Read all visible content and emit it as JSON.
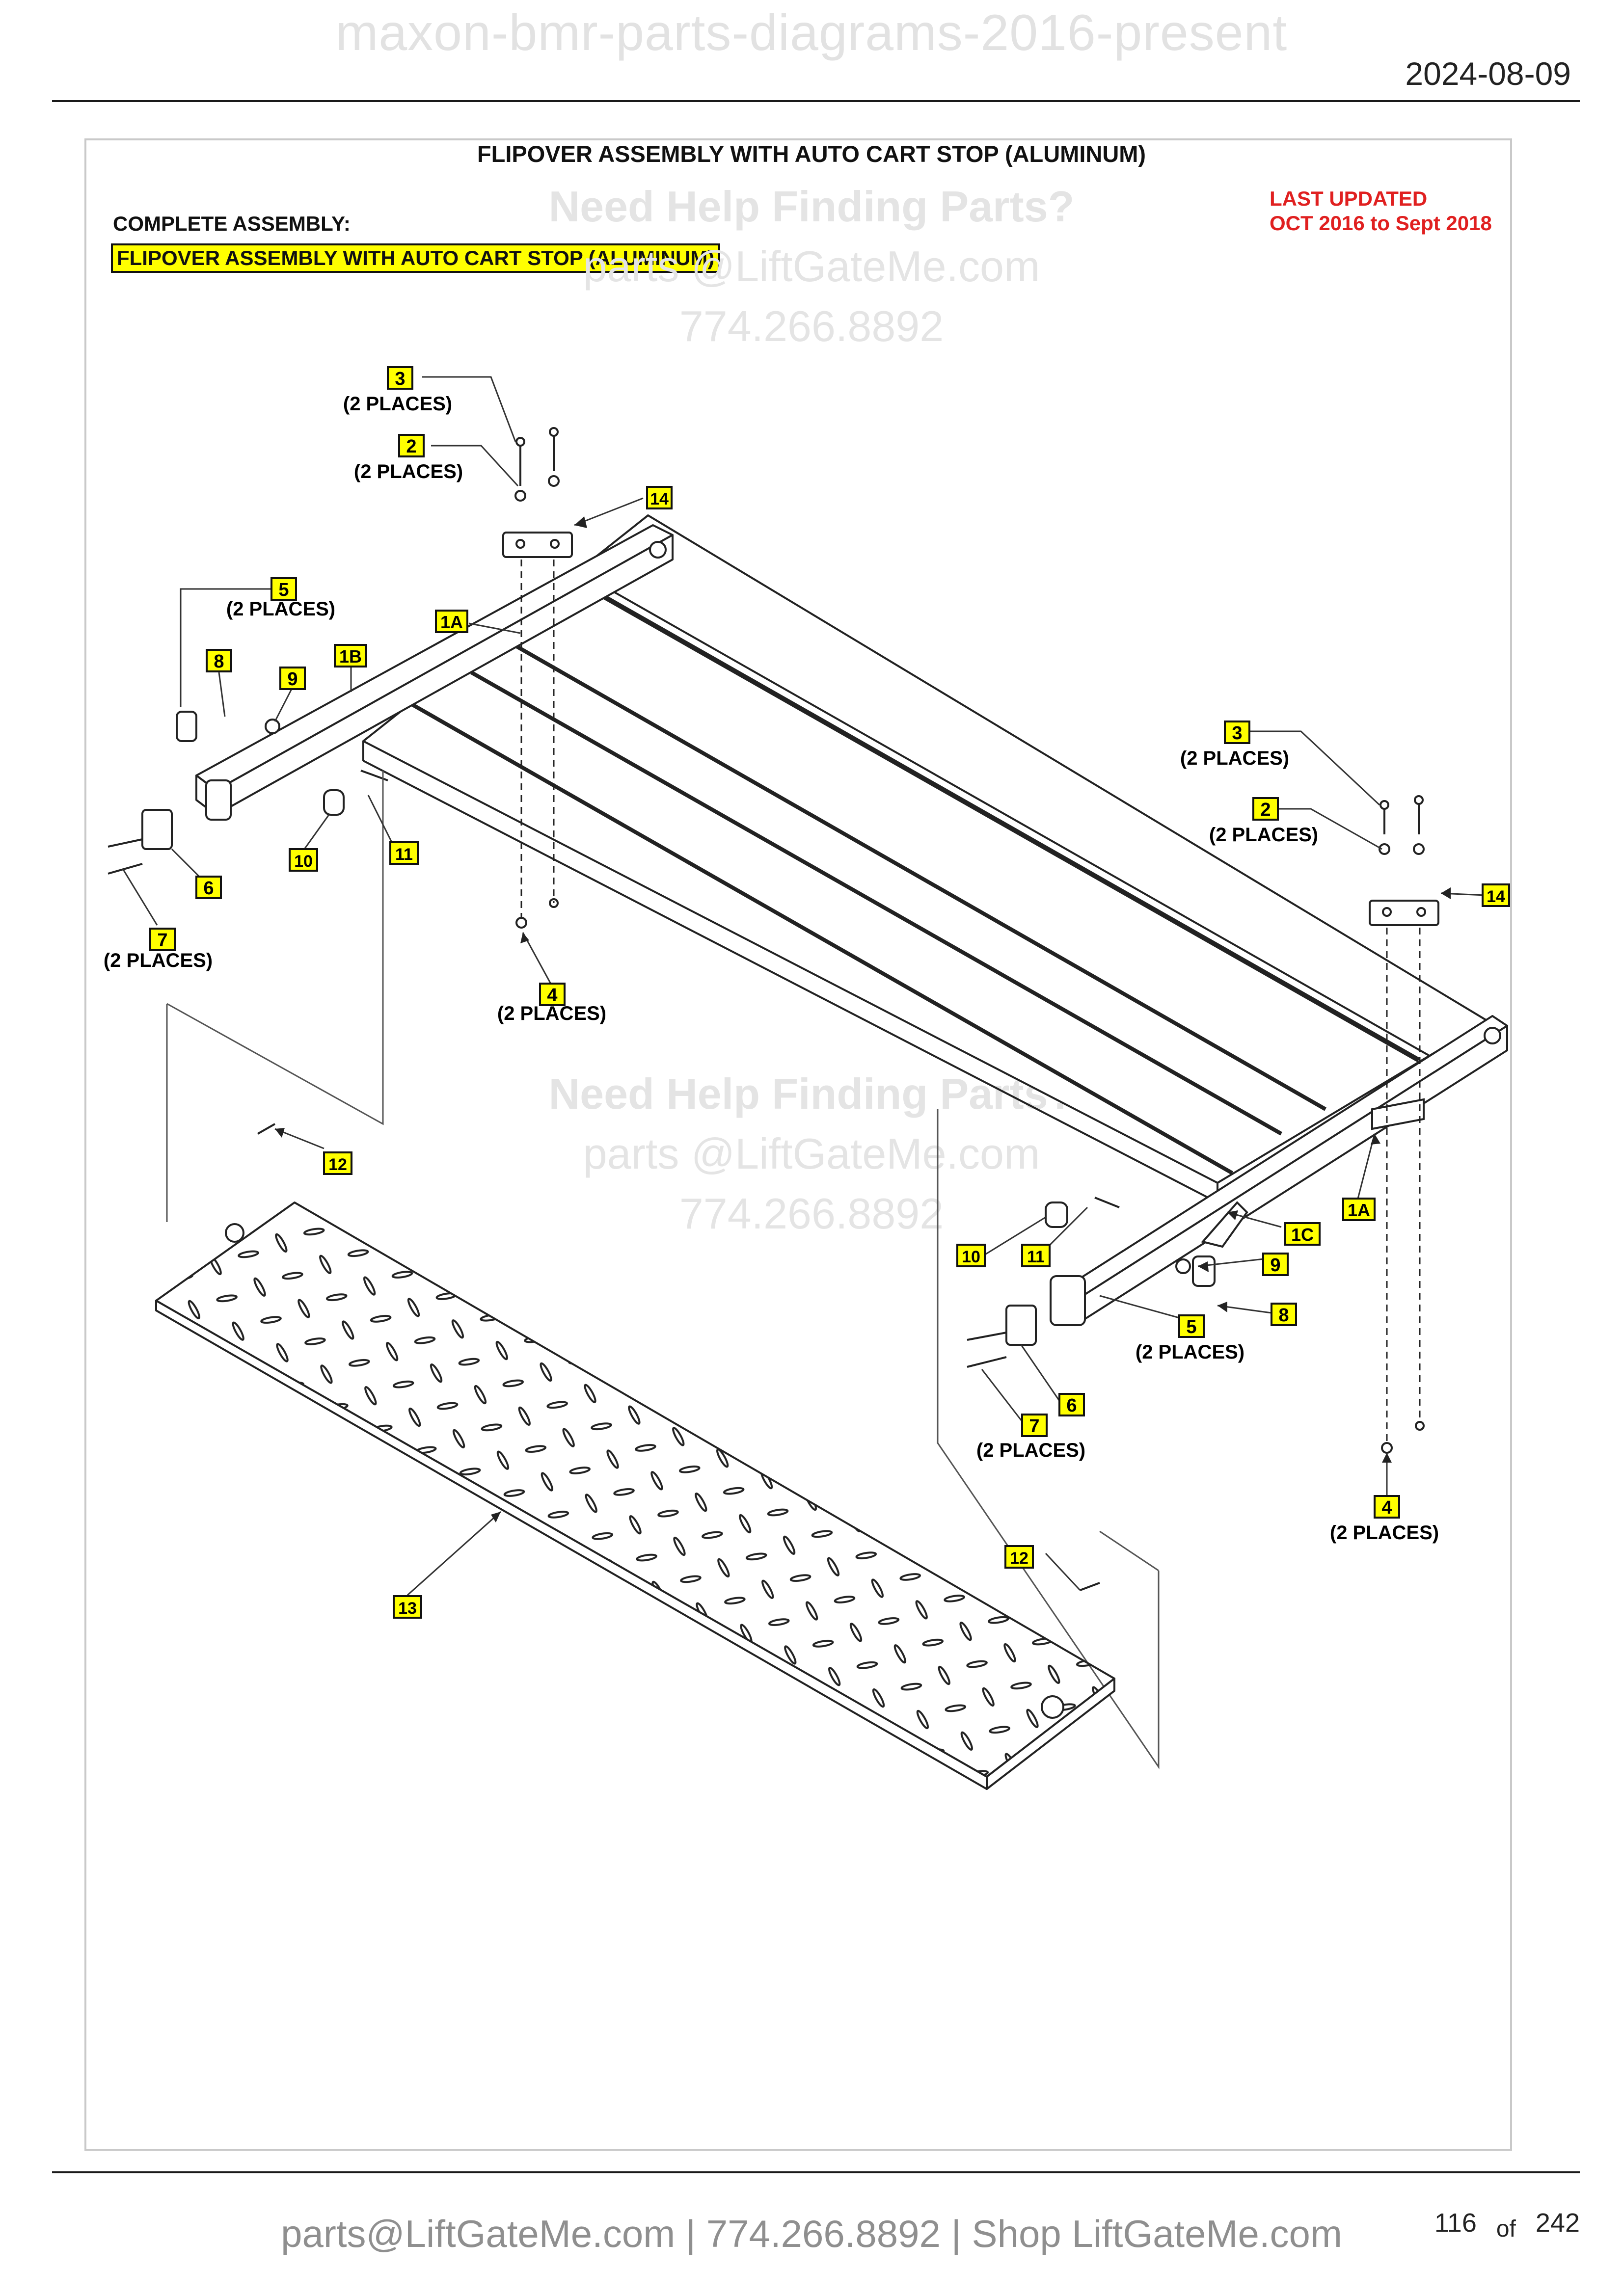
{
  "header": {
    "watermark": "maxon-bmr-parts-diagrams-2016-present",
    "date": "2024-08-09"
  },
  "diagram": {
    "title": "FLIPOVER ASSEMBLY WITH AUTO CART STOP (ALUMINUM)",
    "complete_assembly_label": "COMPLETE ASSEMBLY:",
    "complete_assembly_name": "FLIPOVER ASSEMBLY WITH AUTO CART STOP (ALUMINUM)",
    "last_updated_label": "LAST UPDATED",
    "last_updated_range": "OCT 2016 to Sept 2018",
    "watermark": {
      "help": "Need Help Finding Parts?",
      "email": "parts @LiftGateMe.com",
      "phone": "774.266.8892"
    },
    "callouts": [
      {
        "id": "3",
        "note": "(2 PLACES)"
      },
      {
        "id": "2",
        "note": "(2 PLACES)"
      },
      {
        "id": "14",
        "note": ""
      },
      {
        "id": "5",
        "note": "(2 PLACES)"
      },
      {
        "id": "1A",
        "note": ""
      },
      {
        "id": "1B",
        "note": ""
      },
      {
        "id": "8",
        "note": ""
      },
      {
        "id": "9",
        "note": ""
      },
      {
        "id": "10",
        "note": ""
      },
      {
        "id": "11",
        "note": ""
      },
      {
        "id": "6",
        "note": ""
      },
      {
        "id": "7",
        "note": "(2 PLACES)"
      },
      {
        "id": "4",
        "note": "(2 PLACES)"
      },
      {
        "id": "12",
        "note": ""
      },
      {
        "id": "13",
        "note": ""
      },
      {
        "id": "3",
        "note": "(2 PLACES)"
      },
      {
        "id": "2",
        "note": "(2 PLACES)"
      },
      {
        "id": "14",
        "note": ""
      },
      {
        "id": "1A",
        "note": ""
      },
      {
        "id": "1C",
        "note": ""
      },
      {
        "id": "9",
        "note": ""
      },
      {
        "id": "8",
        "note": ""
      },
      {
        "id": "5",
        "note": "(2 PLACES)"
      },
      {
        "id": "10",
        "note": ""
      },
      {
        "id": "11",
        "note": ""
      },
      {
        "id": "6",
        "note": ""
      },
      {
        "id": "7",
        "note": "(2 PLACES)"
      },
      {
        "id": "4",
        "note": "(2 PLACES)"
      },
      {
        "id": "12",
        "note": ""
      }
    ]
  },
  "footer": {
    "contact": "parts@LiftGateMe.com | 774.266.8892 | Shop LiftGateMe.com",
    "page": "116",
    "of_label": "of",
    "total": "242"
  },
  "colors": {
    "highlight": "#ffff00",
    "updated_red": "#e02020",
    "watermark_gray": "#e4e4e4",
    "line": "#222222"
  }
}
